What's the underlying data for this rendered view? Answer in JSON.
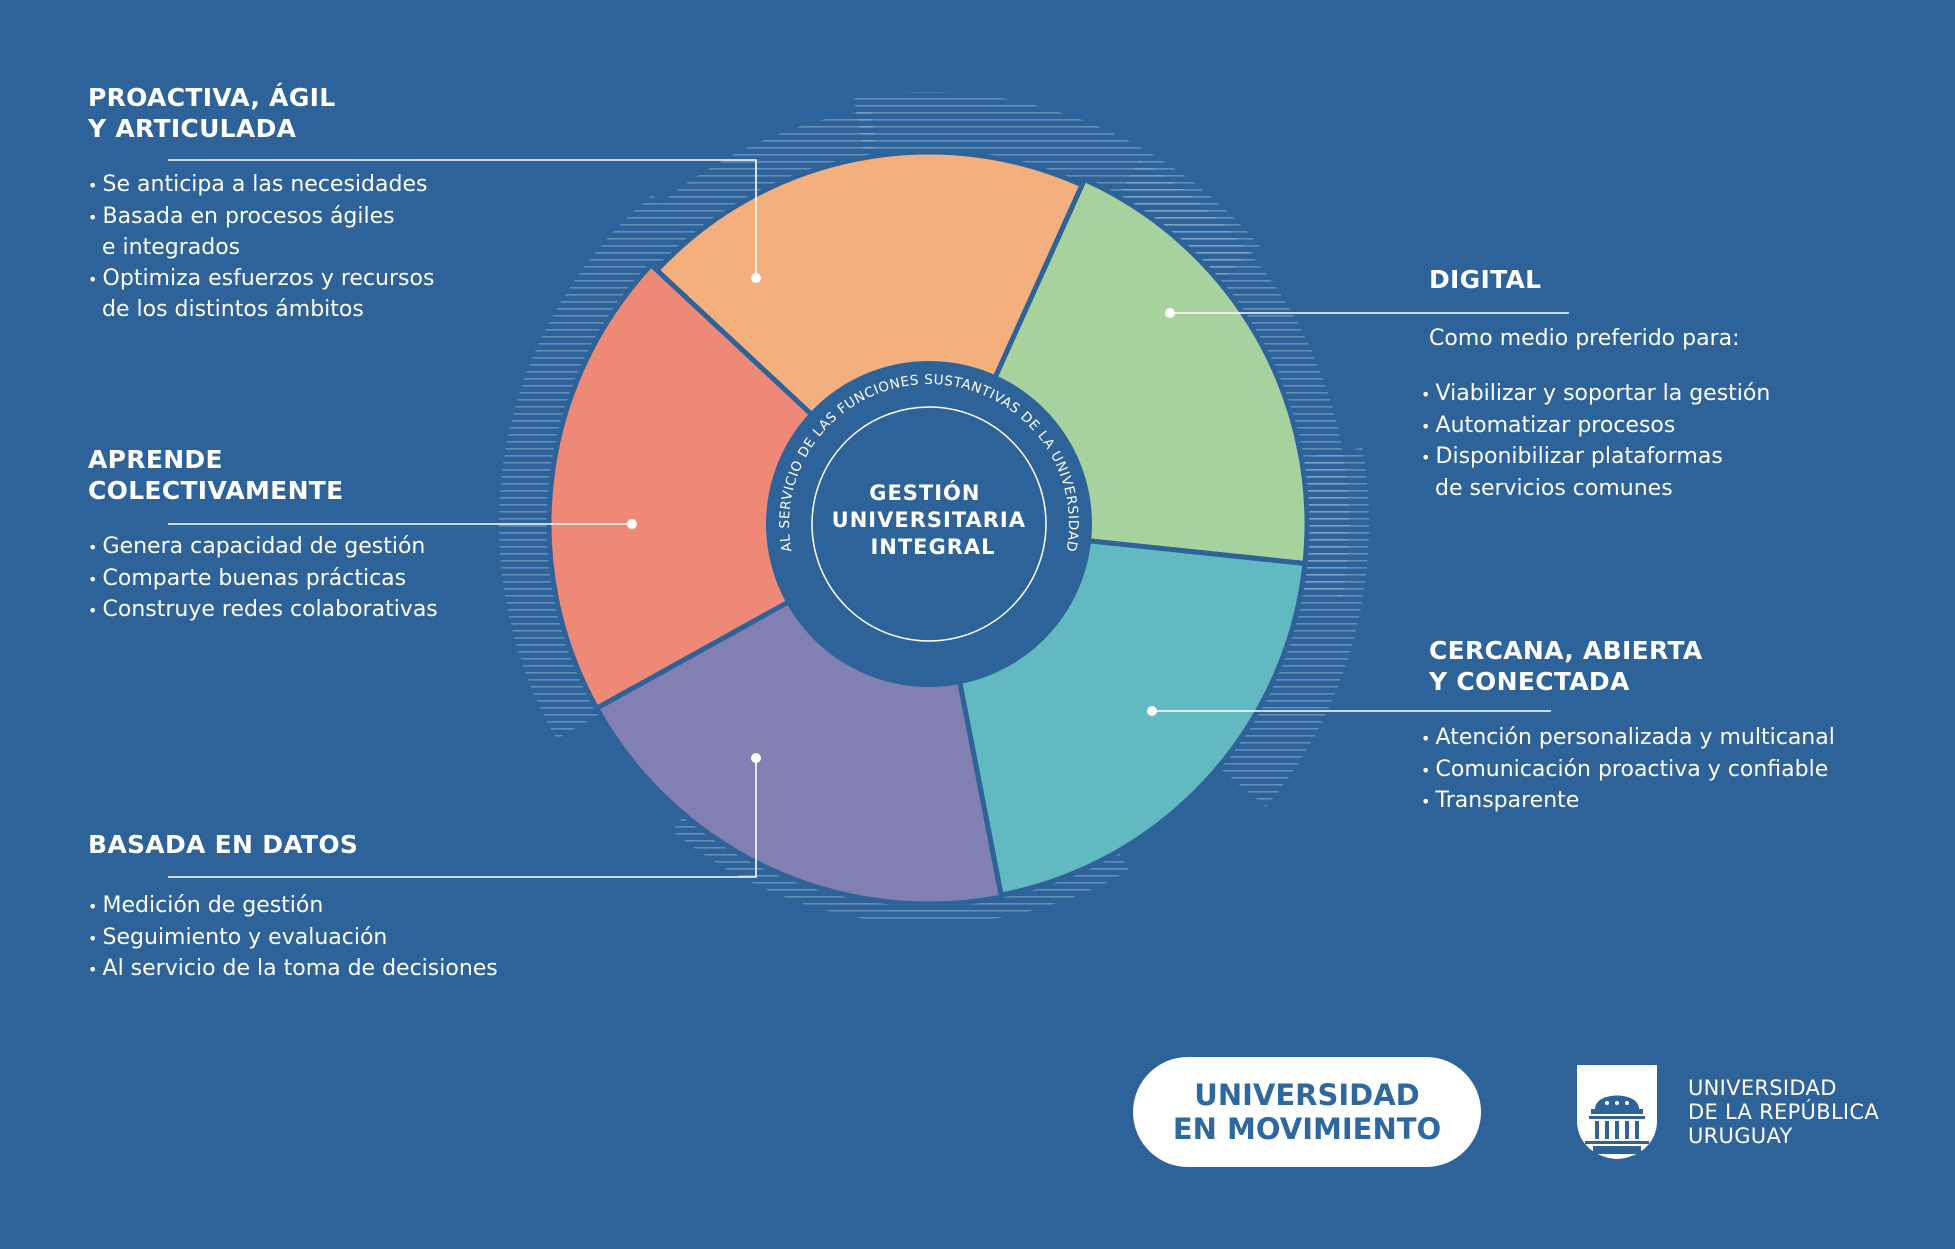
{
  "wheel": {
    "center_title": [
      "GESTIÓN",
      "UNIVERSITARIA",
      "INTEGRAL"
    ],
    "ring_text": "AL SERVICIO DE LAS FUNCIONES SUSTANTIVAS DE LA UNIVERSIDAD",
    "center_color": "#2e6399",
    "segments": [
      {
        "name": "proactiva",
        "color": "#f4af7f"
      },
      {
        "name": "digital",
        "color": "#a8d29d"
      },
      {
        "name": "cercana",
        "color": "#63b9c2"
      },
      {
        "name": "datos",
        "color": "#8280b2"
      },
      {
        "name": "aprende",
        "color": "#ee8877"
      }
    ]
  },
  "blocks": {
    "proactiva": {
      "title": [
        "PROACTIVA, ÁGIL",
        "Y ARTICULADA"
      ],
      "bullets": [
        "Se anticipa a las necesidades",
        "Basada en procesos ágiles\ne integrados",
        "Optimiza esfuerzos y recursos\nde los distintos ámbitos"
      ]
    },
    "aprende": {
      "title": [
        "APRENDE",
        "COLECTIVAMENTE"
      ],
      "bullets": [
        "Genera capacidad de gestión",
        "Comparte buenas prácticas",
        "Construye redes colaborativas"
      ]
    },
    "datos": {
      "title": [
        "BASADA EN DATOS"
      ],
      "bullets": [
        "Medición de gestión",
        "Seguimiento y evaluación",
        "Al servicio de la toma de decisiones"
      ]
    },
    "digital": {
      "title": [
        "DIGITAL"
      ],
      "intro": "Como medio preferido para:",
      "bullets": [
        "Viabilizar y soportar la gestión",
        "Automatizar procesos",
        "Disponibilizar plataformas\nde servicios comunes"
      ]
    },
    "cercana": {
      "title": [
        "CERCANA, ABIERTA",
        "Y CONECTADA"
      ],
      "bullets": [
        "Atención personalizada y multicanal",
        "Comunicación proactiva y confiable",
        "Transparente"
      ]
    }
  },
  "footer": {
    "pill": [
      "UNIVERSIDAD",
      "EN MOVIMIENTO"
    ],
    "pill_text_color": "#2d68a0",
    "institution": [
      "UNIVERSIDAD",
      "DE LA REPÚBLICA",
      "URUGUAY"
    ],
    "logo_icon": "university-building-shield-icon"
  }
}
